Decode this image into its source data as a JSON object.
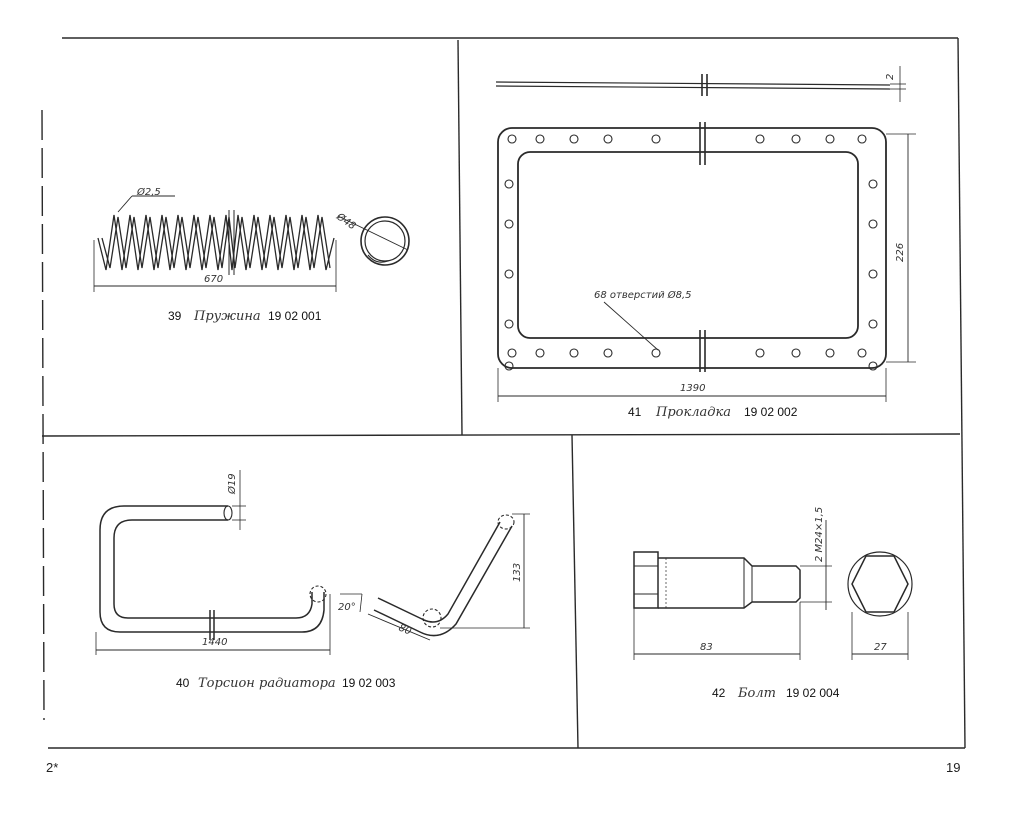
{
  "page_number": "19",
  "corner_mark": "2*",
  "parts": [
    {
      "number": "39",
      "name": "Пружина",
      "code": "19 02 001",
      "dims": {
        "wire": "Ø2,5",
        "diameter": "Ø48",
        "length": "670"
      }
    },
    {
      "number": "41",
      "name": "Прокладка",
      "code": "19 02 002",
      "dims": {
        "thickness": "2",
        "height": "226",
        "length": "1390",
        "holes": "68 отверстий Ø8,5"
      }
    },
    {
      "number": "40",
      "name": "Торсион радиатора",
      "code": "19 02 003",
      "dims": {
        "diameter": "Ø19",
        "length": "1440",
        "angle": "20°",
        "offset": "80",
        "height": "133"
      }
    },
    {
      "number": "42",
      "name": "Болт",
      "code": "19 02 004",
      "dims": {
        "thread": "2 M24×1,5",
        "length": "83",
        "across_flats": "27"
      }
    }
  ]
}
